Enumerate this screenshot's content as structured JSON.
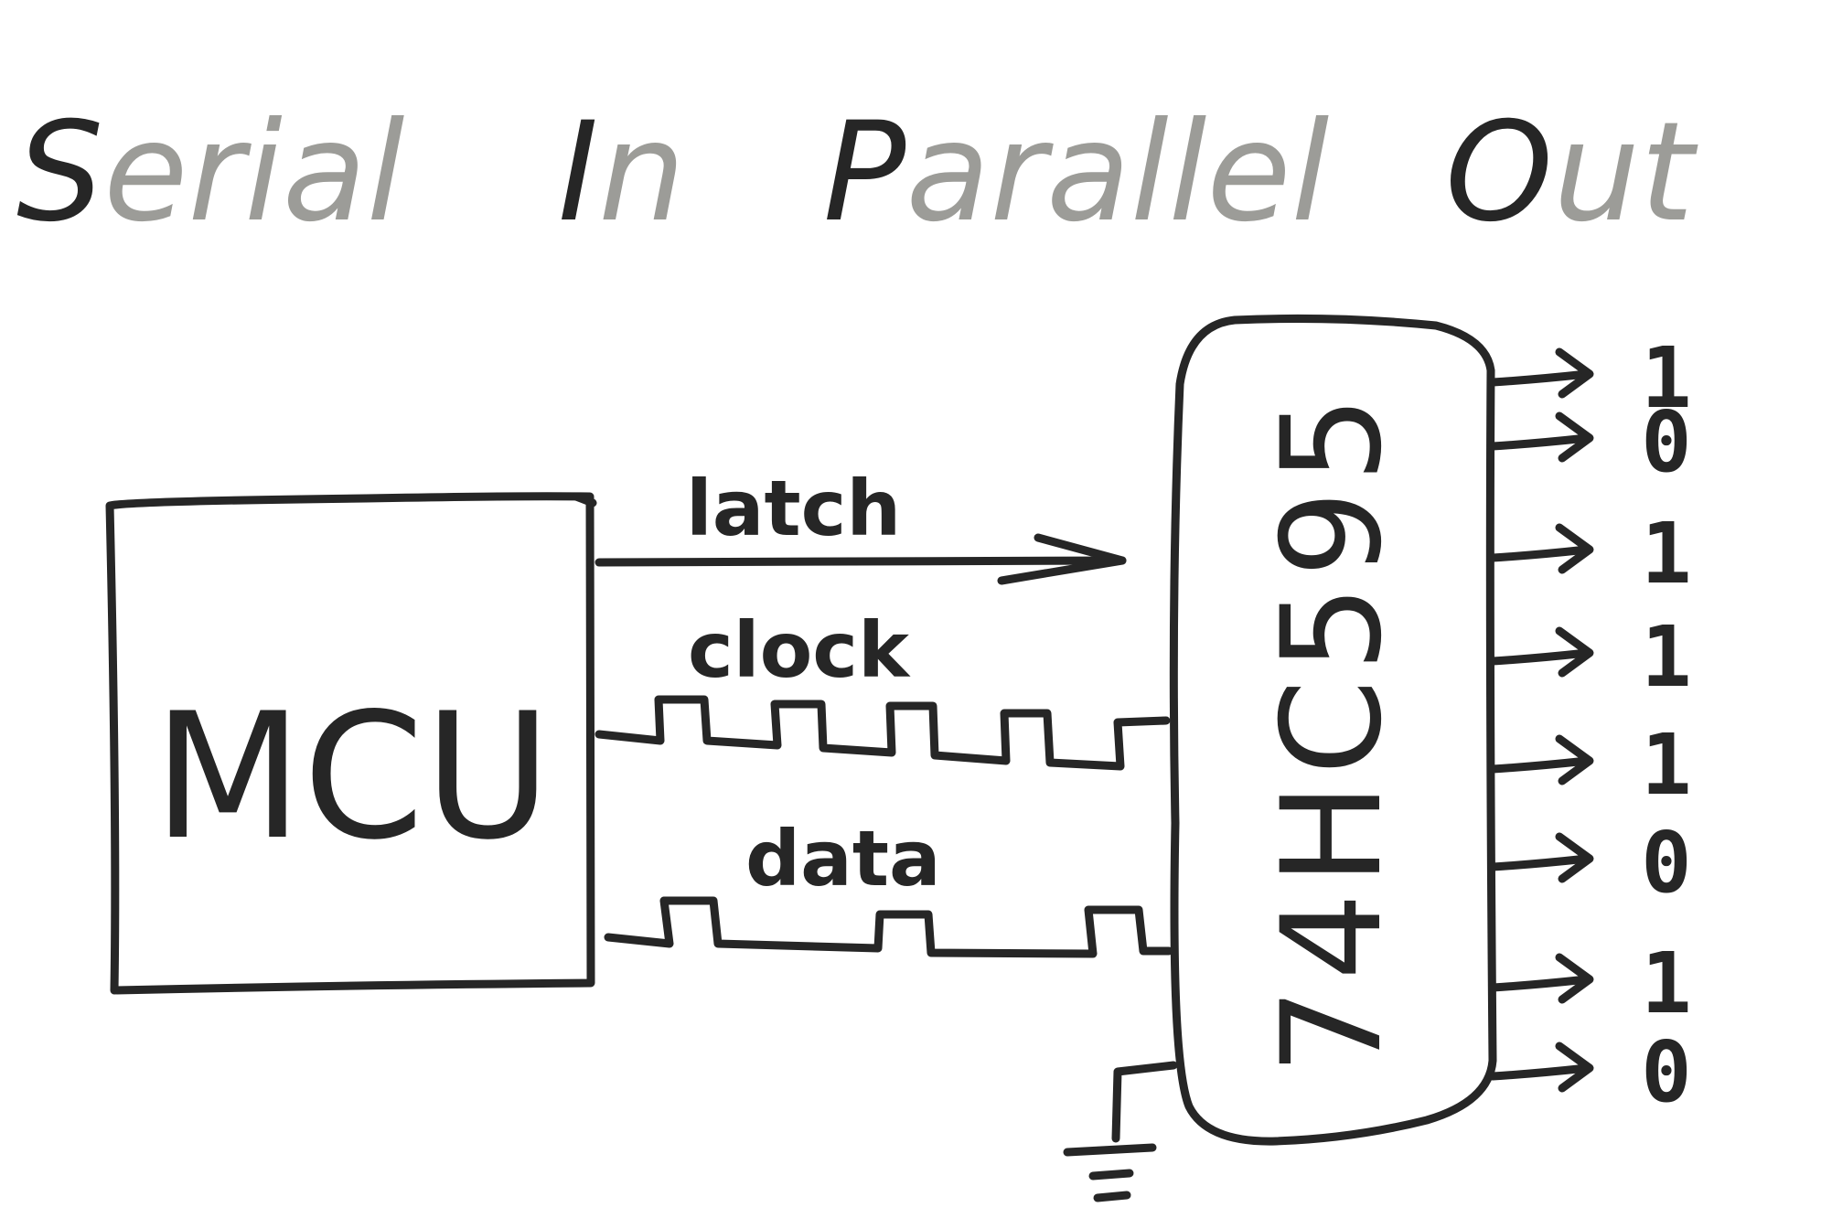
{
  "title": {
    "words": [
      {
        "first": "S",
        "rest": "erial"
      },
      {
        "first": "I",
        "rest": "n"
      },
      {
        "first": "P",
        "rest": "arallel"
      },
      {
        "first": "O",
        "rest": "ut"
      }
    ],
    "first_letter_color": "#262626",
    "rest_color": "#9c9c98"
  },
  "mcu": {
    "label": "MCU"
  },
  "chip": {
    "label": "74HC595"
  },
  "signals": {
    "latch": "latch",
    "clock": "clock",
    "data": "data"
  },
  "outputs": [
    "1",
    "0",
    "1",
    "1",
    "1",
    "0",
    "1",
    "0"
  ],
  "colors": {
    "ink": "#262626",
    "background": "#ffffff"
  }
}
